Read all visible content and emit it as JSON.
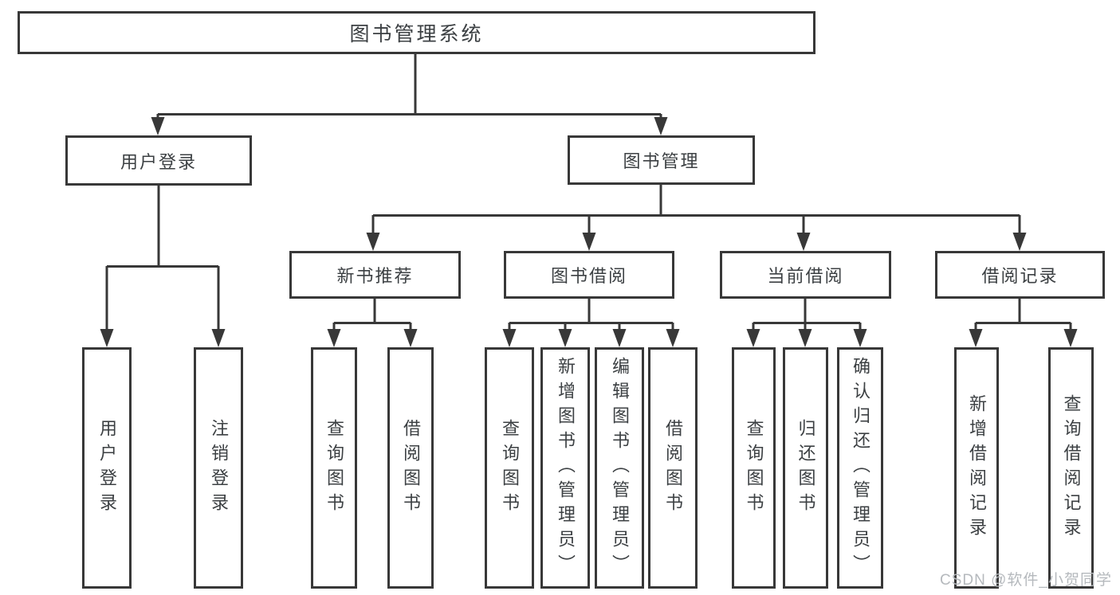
{
  "watermark": "CSDN @软件_小贺同学",
  "colors": {
    "line": "#383838",
    "text": "#3c4043",
    "background": "#ffffff",
    "watermark": "#b5b9bd"
  },
  "tree": {
    "label": "图书管理系统",
    "children": [
      {
        "label": "用户登录",
        "children": [
          {
            "label": "用户登录"
          },
          {
            "label": "注销登录"
          }
        ]
      },
      {
        "label": "图书管理",
        "children": [
          {
            "label": "新书推荐",
            "children": [
              {
                "label": "查询图书"
              },
              {
                "label": "借阅图书"
              }
            ]
          },
          {
            "label": "图书借阅",
            "children": [
              {
                "label": "查询图书"
              },
              {
                "label": "新增图书（管理员）"
              },
              {
                "label": "编辑图书（管理员）"
              },
              {
                "label": "借阅图书"
              }
            ]
          },
          {
            "label": "当前借阅",
            "children": [
              {
                "label": "查询图书"
              },
              {
                "label": "归还图书"
              },
              {
                "label": "确认归还（管理员）"
              }
            ]
          },
          {
            "label": "借阅记录",
            "children": [
              {
                "label": "新增借阅记录"
              },
              {
                "label": "查询借阅记录"
              }
            ]
          }
        ]
      }
    ]
  }
}
